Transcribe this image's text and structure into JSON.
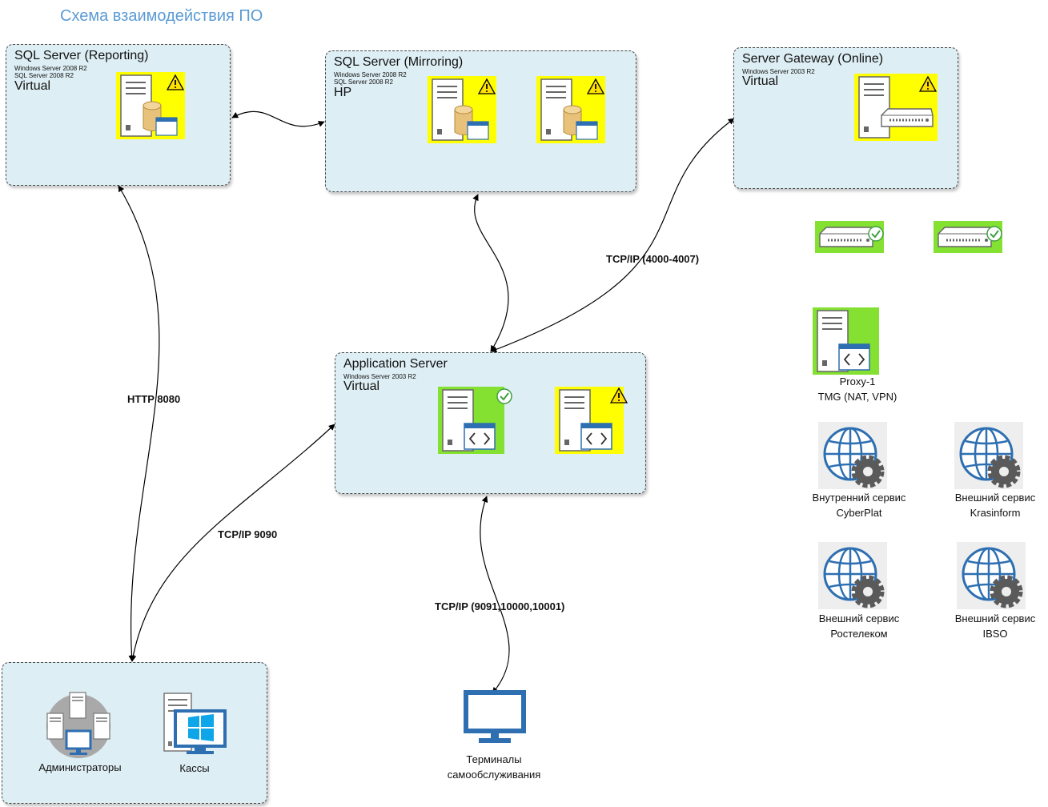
{
  "diagram": {
    "title": "Схема взаимодействия ПО"
  },
  "boxes": {
    "sql_reporting": {
      "title": "SQL Server (Reporting)",
      "os": "Windows Server 2008 R2",
      "db": "SQL Server 2008 R2",
      "kind": "Virtual"
    },
    "sql_mirroring": {
      "title": "SQL Server (Mirroring)",
      "os": "Windows Server 2008 R2",
      "db": "SQL Server 2008 R2",
      "kind": "HP"
    },
    "gateway": {
      "title": "Server Gateway (Online)",
      "os": "Windows Server 2003 R2",
      "kind": "Virtual"
    },
    "app_server": {
      "title": "Application Server",
      "os": "Windows Server 2003 R2",
      "kind": "Virtual"
    }
  },
  "clients": {
    "admins": "Администраторы",
    "cashiers": "Кассы"
  },
  "terminals": {
    "line1": "Терминалы",
    "line2": "самообслуживания"
  },
  "proxy": {
    "line1": "Proxy-1",
    "line2": "TMG (NAT, VPN)"
  },
  "services": {
    "cyberplat": {
      "line1": "Внутренний сервис",
      "line2": "CyberPlat"
    },
    "krasinform": {
      "line1": "Внешний сервис",
      "line2": "Krasinform"
    },
    "rostelecom": {
      "line1": "Внешний сервис",
      "line2": "Ростелеком"
    },
    "ibso": {
      "line1": "Внешний сервис",
      "line2": "IBSO"
    }
  },
  "connections": {
    "http": "HTTP 8080",
    "tcp_gateway": "TCP/IP (4000-4007)",
    "tcp_app": "TCP/IP 9090",
    "tcp_terminals": "TCP/IP (9091,10000,10001)"
  },
  "colors": {
    "warning_fill": "#ffff00",
    "ok_fill": "#84e031",
    "box_fill": "#ddeef4",
    "title_color": "#5b9bd5",
    "icon_blue": "#2d6fb1"
  },
  "icons": {
    "server": "server-tower-icon",
    "database": "database-icon",
    "app": "code-window-icon",
    "gateway": "network-appliance-icon",
    "warning": "warning-icon",
    "ok": "check-circle-icon",
    "globe": "globe-gear-icon",
    "monitor": "monitor-icon",
    "windows": "windows-logo-icon"
  }
}
